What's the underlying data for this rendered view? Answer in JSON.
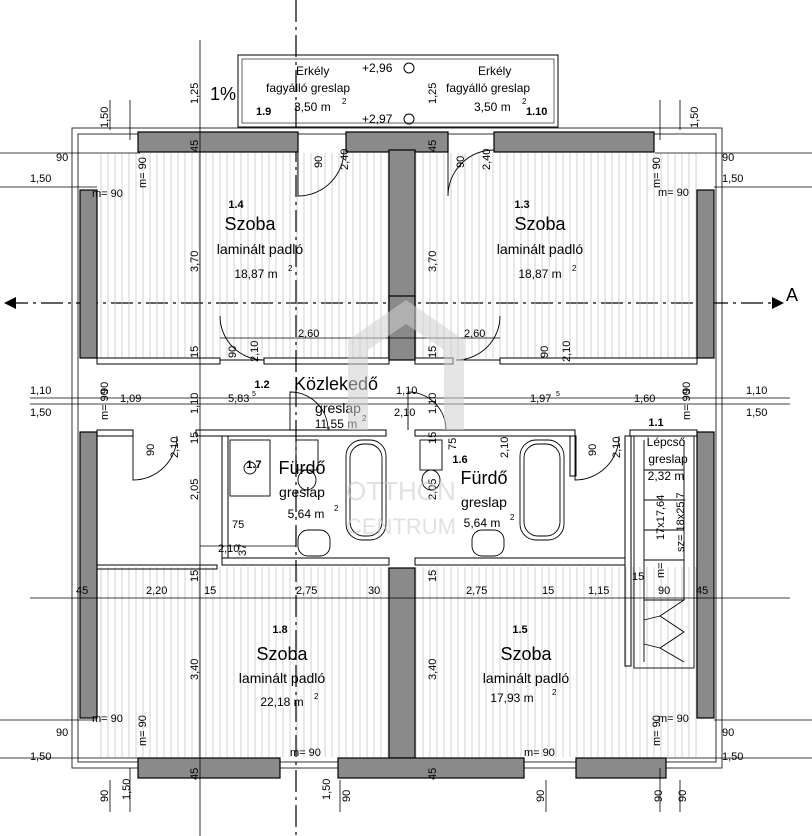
{
  "plan": {
    "axis_label": "A",
    "slope": "1%",
    "balcony_left": {
      "num": "1.9",
      "name": "Erkély",
      "floor": "fagyálló greslap",
      "area": "3,50 m",
      "area_sup": "2"
    },
    "balcony_right": {
      "num": "1.10",
      "name": "Erkély",
      "floor": "fagyálló greslap",
      "area": "3,50 m",
      "area_sup": "2"
    },
    "level_top": "+2,96",
    "level_bottom": "+2,97",
    "rooms": {
      "r14": {
        "num": "1.4",
        "name": "Szoba",
        "floor": "laminált padló",
        "area": "18,87 m",
        "area_sup": "2"
      },
      "r13": {
        "num": "1.3",
        "name": "Szoba",
        "floor": "laminált padló",
        "area": "18,87 m",
        "area_sup": "2"
      },
      "r12": {
        "num": "1.2",
        "name": "Közlekedő",
        "floor": "greslap",
        "area": "11,55 m",
        "area_sup": "2"
      },
      "r11": {
        "num": "1.1",
        "name": "Lépcső",
        "floor": "greslap",
        "area": "2,32 m",
        "area_sup": "2"
      },
      "r17": {
        "num": "1.7",
        "name": "Fürdő",
        "floor": "greslap",
        "area": "5,64 m",
        "area_sup": "2"
      },
      "r16": {
        "num": "1.6",
        "name": "Fürdő",
        "floor": "greslap",
        "area": "5,64 m",
        "area_sup": "2"
      },
      "r18": {
        "num": "1.8",
        "name": "Szoba",
        "floor": "laminált padló",
        "area": "22,18 m",
        "area_sup": "2"
      },
      "r15": {
        "num": "1.5",
        "name": "Szoba",
        "floor": "laminált padló",
        "area": "17,93 m",
        "area_sup": "2"
      }
    },
    "stair_label_1": "17x17,64",
    "stair_label_2": "sz= 18x25,7",
    "stair_label_3": "m=",
    "dims": {
      "d125a": "1,25",
      "d125b": "1,25",
      "d45a": "45",
      "d45b": "45",
      "d45c": "45",
      "d45d": "45",
      "d45e": "45",
      "d45f": "45",
      "d90_1": "90",
      "d90_2": "90",
      "d90_3": "90",
      "d90_4": "90",
      "d90_5": "90",
      "d90_6": "90",
      "d90_7": "90",
      "d90_8": "90",
      "d90_9": "90",
      "d90_10": "90",
      "d90_11": "90",
      "d90_12": "90",
      "d90_13": "90",
      "d90_14": "90",
      "d90_15": "90",
      "d90_16": "90",
      "d90_17": "90",
      "d90_18": "90",
      "d150_1": "1,50",
      "d150_2": "1,50",
      "d150_3": "1,50",
      "d150_4": "1,50",
      "d150_5": "1,50",
      "d150_6": "1,50",
      "d150_7": "1,50",
      "d150_8": "1,50",
      "d150_9": "1,50",
      "d150_10": "1,50",
      "d240a": "2,40",
      "d240b": "2,40",
      "d370a": "3,70",
      "d370b": "3,70",
      "d260a": "2,60",
      "d260b": "2,60",
      "d210_1": "2,10",
      "d210_2": "2,10",
      "d210_3": "2,10",
      "d210_4": "2,10",
      "d210_5": "2,10",
      "d210_6": "2,10",
      "d210_7": "2,10",
      "d15_1": "15",
      "d15_2": "15",
      "d15_3": "15",
      "d15_4": "15",
      "d15_5": "15",
      "d15_6": "15",
      "d15_7": "15",
      "d15_8": "15",
      "d15_9": "15",
      "d110_1": "1,10",
      "d110_2": "1,10",
      "d110_3": "1,10",
      "d110_4": "1,10",
      "d110_5": "1,10",
      "d109": "1,09",
      "d583": "5,83",
      "d583s": "5",
      "d197": "1,97",
      "d197s": "5",
      "d160": "1,60",
      "d205a": "2,05",
      "d205b": "2,05",
      "d75a": "75",
      "d75b": "75",
      "d37": "37",
      "d220": "2,20",
      "d275a": "2,75",
      "d275b": "2,75",
      "d30": "30",
      "d115": "1,15",
      "d340a": "3,40",
      "d340b": "3,40",
      "m90_1": "m= 90",
      "m90_2": "m= 90",
      "m90_3": "m= 90",
      "m90_4": "m= 90",
      "m90_5": "m= 90",
      "m90_6": "m= 90",
      "m90_7": "m= 90",
      "m90_8": "m= 90",
      "m90_9": "m= 90",
      "m90_10": "m= 90",
      "m90_11": "m= 90",
      "m90_12": "m= 90"
    },
    "watermark": {
      "line1": "OTTHON",
      "line2": "CENTRUM"
    }
  }
}
